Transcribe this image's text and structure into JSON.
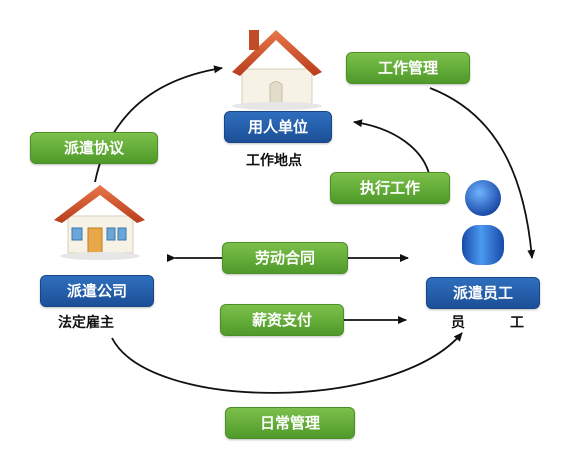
{
  "nodes": {
    "employer": {
      "label": "用人单位",
      "sub": "工作地点"
    },
    "agency": {
      "label": "派遣公司",
      "sub": "法定雇主"
    },
    "employee": {
      "label": "派遣员工",
      "sub_left": "员",
      "sub_right": "工"
    }
  },
  "relations": {
    "dispatch_agreement": "派遣协议",
    "work_management": "工作管理",
    "perform_work": "执行工作",
    "labor_contract": "劳动合同",
    "salary_payment": "薪资支付",
    "daily_management": "日常管理"
  },
  "colors": {
    "green_label": "#5aa832",
    "blue_label": "#1f54a0",
    "roof": "#d2532a",
    "wall": "#f7f2e6",
    "person": "#1f64c4"
  },
  "icons": [
    "house-icon",
    "house-icon",
    "person-icon"
  ]
}
